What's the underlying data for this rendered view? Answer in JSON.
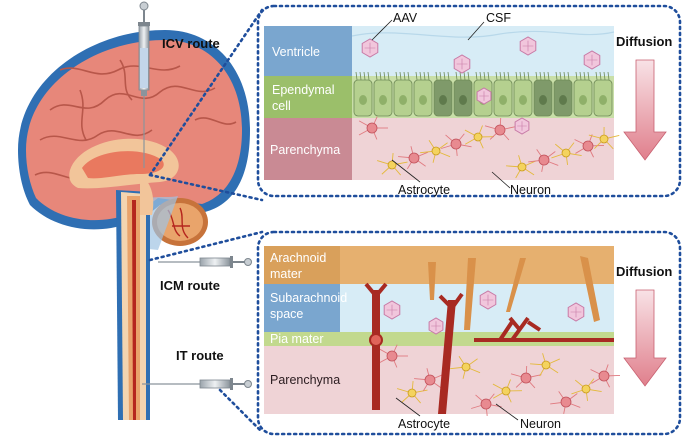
{
  "routes": {
    "icv": "ICV route",
    "icm": "ICM route",
    "it": "IT route"
  },
  "top_panel": {
    "layers": [
      "Ventricle",
      "Ependymal cell",
      "Parenchyma"
    ],
    "layer_lines": [
      [
        "Ventricle"
      ],
      [
        "Ependymal",
        "cell"
      ],
      [
        "Parenchyma"
      ]
    ],
    "labels": {
      "aav": "AAV",
      "csf": "CSF",
      "astrocyte": "Astrocyte",
      "neuron": "Neuron"
    },
    "diffusion": "Diffusion"
  },
  "bottom_panel": {
    "layers": [
      "Arachnoid mater",
      "Subarachnoid space",
      "Pia mater",
      "Parenchyma"
    ],
    "layer_lines": [
      [
        "Arachnoid",
        "mater"
      ],
      [
        "Subarachnoid",
        "space"
      ],
      [
        "Pia mater"
      ],
      [
        "Parenchyma"
      ]
    ],
    "labels": {
      "astrocyte": "Astrocyte",
      "neuron": "Neuron"
    },
    "diffusion": "Diffusion"
  },
  "colors": {
    "ventricle_box": "#7aa6cf",
    "csf_fill": "#d7ecf6",
    "ependymal_box": "#9bbf6a",
    "ependymal_cells": "#c9dfa8",
    "parenchyma_box": "#c98a94",
    "parenchyma_fill": "#efd3d6",
    "arachnoid": "#d9a05b",
    "pia": "#a8c86a",
    "dotted_border": "#1f4e9c",
    "arrow": "#e38c96",
    "vessel": "#b5261e"
  }
}
